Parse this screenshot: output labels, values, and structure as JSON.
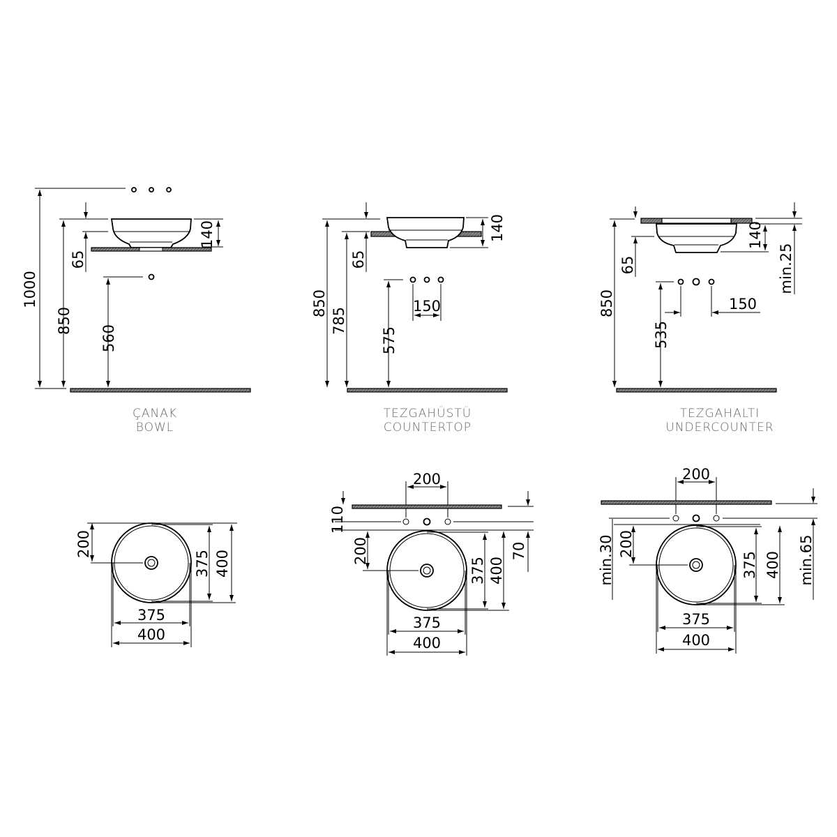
{
  "views": {
    "bowl": {
      "caption_tr": "ÇANAK",
      "caption_en": "BOWL",
      "dims": {
        "total": "1000",
        "height": "850",
        "drop": "65",
        "depth": "140",
        "outlet": "560"
      }
    },
    "countertop": {
      "caption_tr": "TEZGAHÜSTÜ",
      "caption_en": "COUNTERTOP",
      "dims": {
        "height": "850",
        "counter": "785",
        "drop": "65",
        "depth": "140",
        "outlet": "575",
        "tap_spacing": "150"
      }
    },
    "undercounter": {
      "caption_tr": "TEZGAHALTI",
      "caption_en": "UNDERCOUNTER",
      "dims": {
        "height": "850",
        "drop": "65",
        "depth": "140",
        "min_gap": "min.25",
        "outlet": "535",
        "tap_spacing": "150"
      }
    }
  },
  "plans": {
    "bowl": {
      "center": "200",
      "inner_h": "375",
      "outer_h": "400",
      "inner_w": "375",
      "outer_w": "400"
    },
    "countertop": {
      "tap_spacing": "200",
      "offset": "110",
      "center": "200",
      "inner_h": "375",
      "outer_h": "400",
      "gap": "70",
      "inner_w": "375",
      "outer_w": "400"
    },
    "undercounter": {
      "tap_spacing": "200",
      "min_left": "min.30",
      "center": "200",
      "inner_h": "375",
      "outer_h": "400",
      "min_right": "min.65",
      "inner_w": "375",
      "outer_w": "400"
    }
  }
}
